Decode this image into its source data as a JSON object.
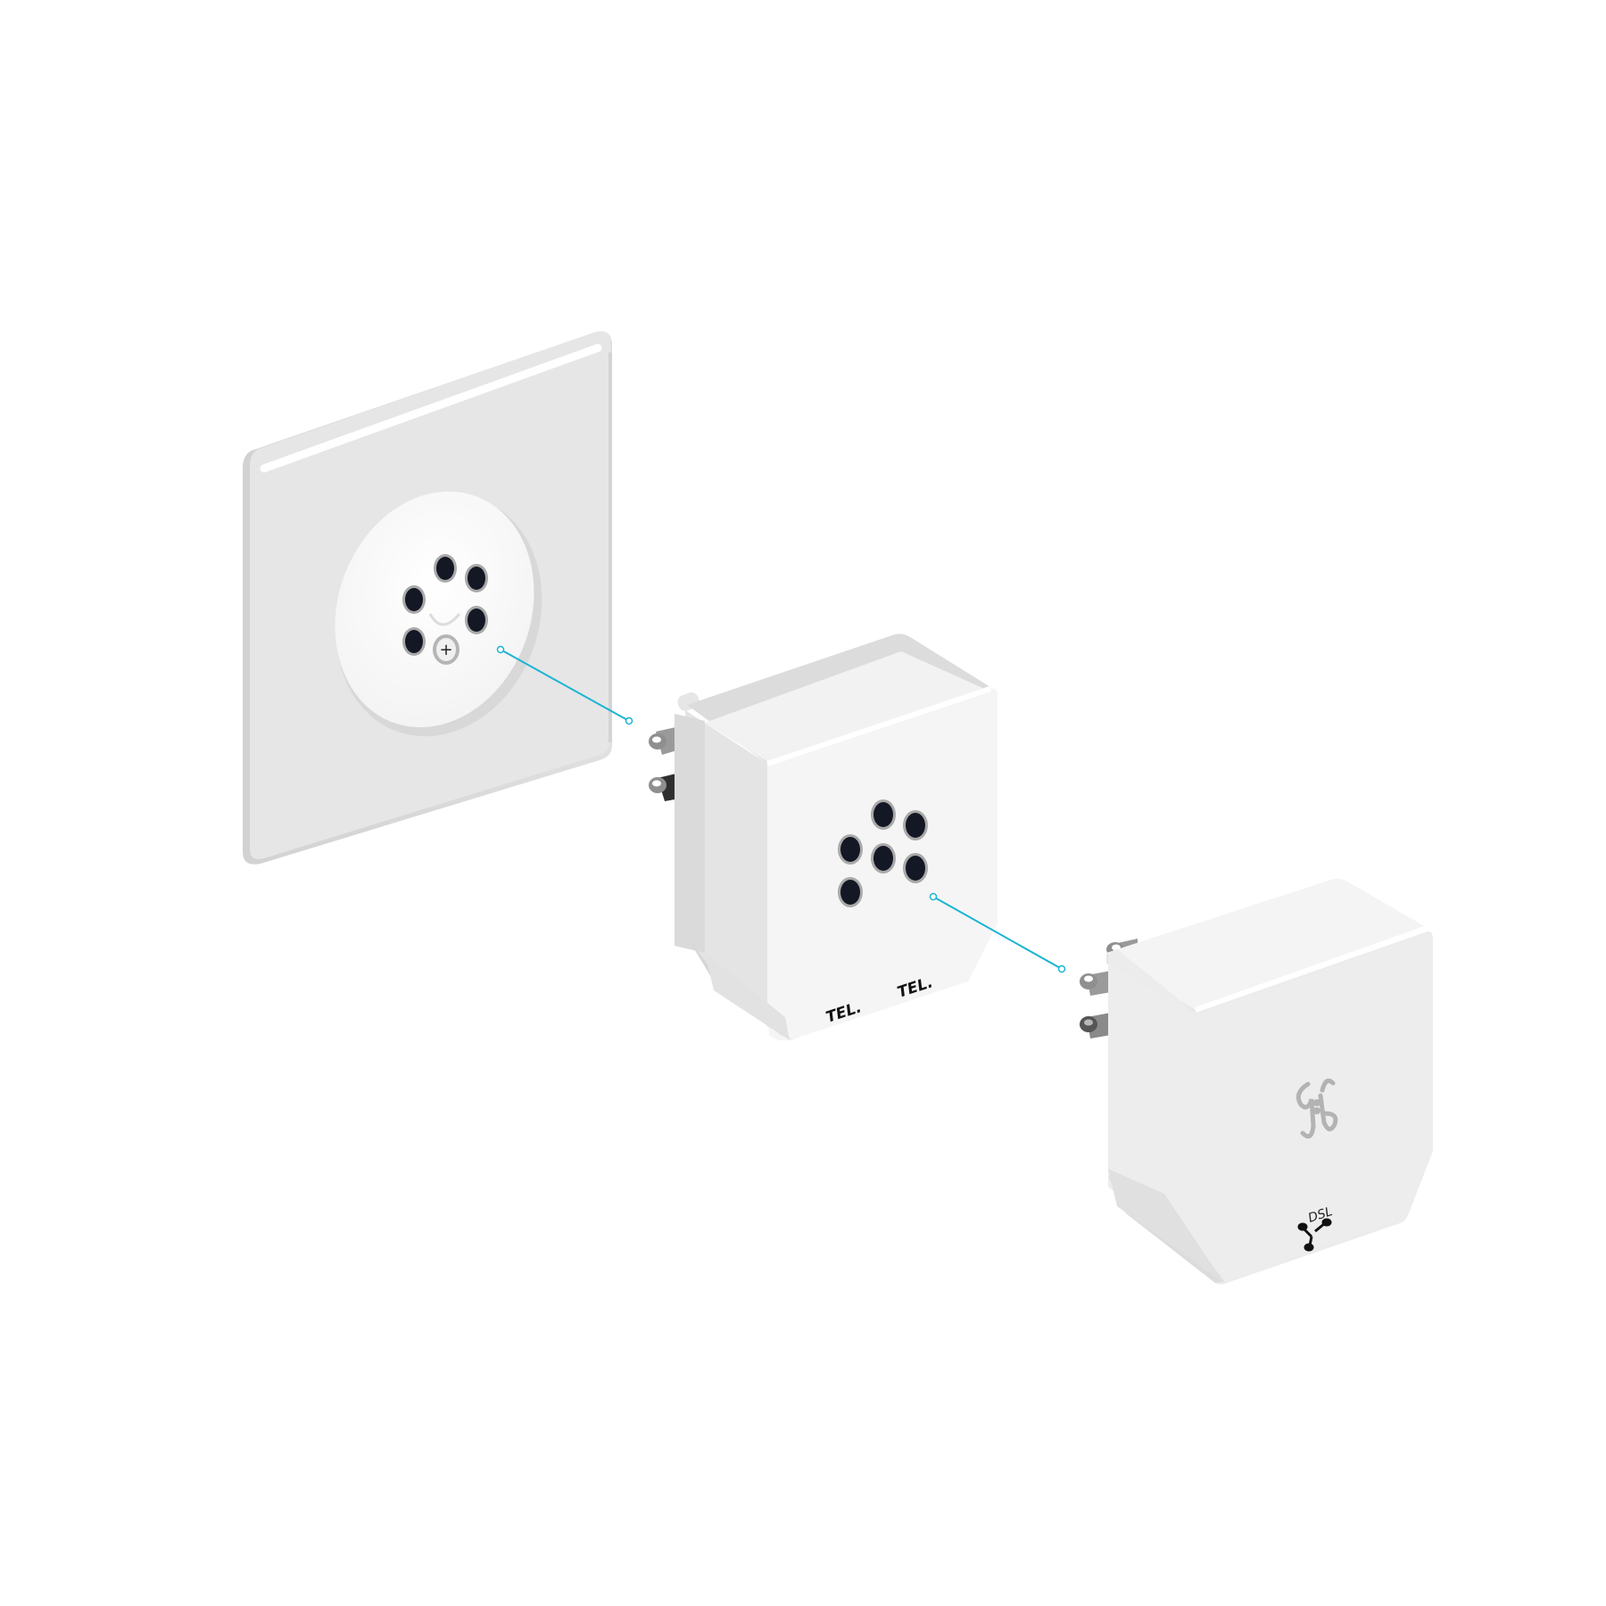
{
  "illustration": {
    "description": "Isometric installation diagram: wall telephone socket, telephone splitter adapter, DSL filter",
    "colors": {
      "background": "#ffffff",
      "plastic_light": "#f5f5f5",
      "plastic_mid": "#ececec",
      "plastic_shade": "#dcdcdc",
      "plate_face": "#e6e6e6",
      "hole_dark": "#141824",
      "hole_ring": "#a9a9a9",
      "connector_line": "#1ab4d3",
      "logo_gray": "#b3b3b3"
    },
    "wall_socket": {
      "name": "Wall telephone socket",
      "hole_count": 6,
      "screw_symbol": "+"
    },
    "splitter": {
      "name": "Telephone splitter adapter",
      "hole_count": 6,
      "port_labels": [
        "TEL.",
        "TEL."
      ]
    },
    "dsl_filter": {
      "name": "DSL filter",
      "logo": "brand-logo",
      "port_label": "DSL"
    },
    "connectors": [
      {
        "from": "wall_socket",
        "to": "splitter"
      },
      {
        "from": "splitter",
        "to": "dsl_filter"
      }
    ]
  }
}
